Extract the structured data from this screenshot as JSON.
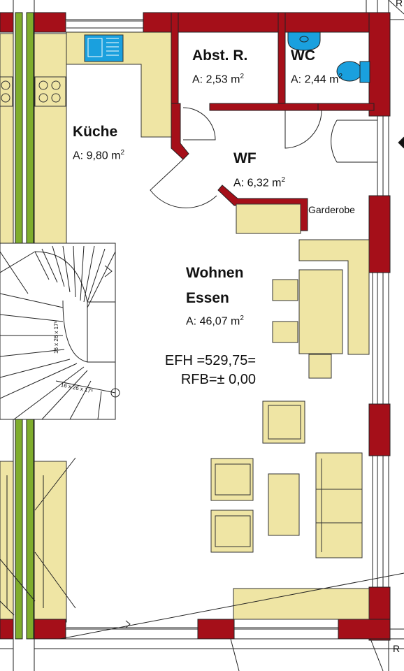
{
  "rooms": {
    "abstellraum": {
      "name": "Abst. R.",
      "area_prefix": "A: 2,53 m",
      "area_exp": "2"
    },
    "wc": {
      "name": "WC",
      "area_prefix": "A: 2,44 m",
      "area_exp": "2"
    },
    "kueche": {
      "name": "Küche",
      "area_prefix": "A: 9,80 m",
      "area_exp": "2"
    },
    "wf": {
      "name": "WF",
      "area_prefix": "A: 6,32 m",
      "area_exp": "2"
    },
    "garderobe": {
      "name": "Garderobe"
    },
    "wohnen": {
      "name_line1": "Wohnen",
      "name_line2": "Essen",
      "area_prefix": "A: 46,07 m",
      "area_exp": "2"
    }
  },
  "levels": {
    "efh": "EFH =529,75=",
    "rfb": "RFB=± 0,00"
  },
  "stairs": {
    "label_upper": "16 x 26 x 17⁵",
    "label_lower": "16 x 26 x 17⁵"
  },
  "edge_marks": {
    "top_right": "R",
    "bottom_right": "R"
  },
  "colors": {
    "wall": "#a50f19",
    "furniture": "#efe5a4",
    "green_wall": "#7fad2d",
    "fixture_blue": "#1aa0de",
    "line": "#222222"
  }
}
